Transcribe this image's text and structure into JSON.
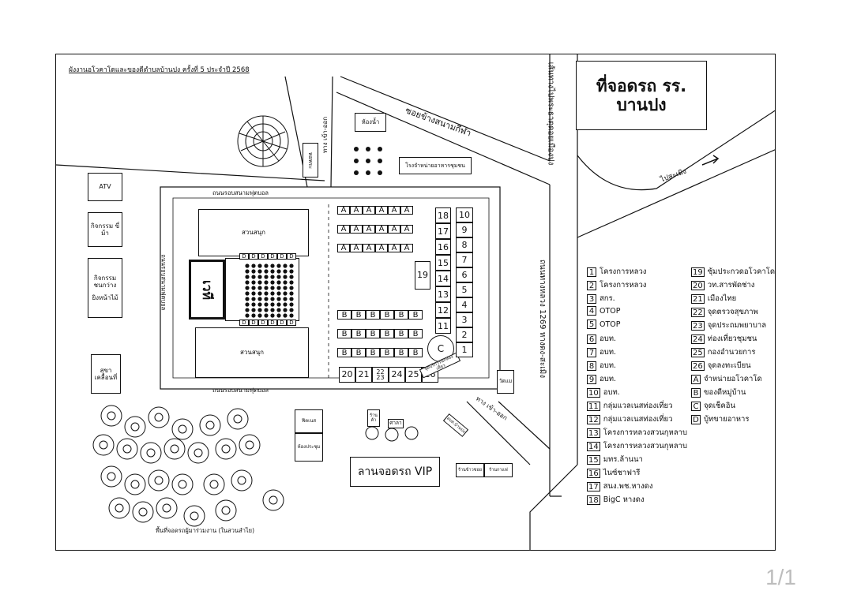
{
  "map": {
    "title": "ผังงานอโวคาโดและของดีตำบลบ้านปง ครั้งที่ 5 ประจำปี 2568",
    "parking_box": "ที่จอดรถ รร. บานปง",
    "roads": {
      "soi_sports": "ซอยข้างสนามกีฬา",
      "to_phrae": "เส้นทางไปพระธาตุดอยเมืองปง",
      "to_kuay": "ไปสะเมิง",
      "highway": "ถนนทางหลวง 1269 หางดง-สะเมิง",
      "lane_in_out_1": "ทาง เข้า-ออก",
      "lane_in_out_2": "ทาง เข้า-ออก",
      "field_road_top": "ถนนรอบสนามฟุตบอล",
      "field_road_bottom": "ถนนรอบสนามฟุตบอล",
      "field_road_left": "ถนนรอบสนามฟุตบอล"
    },
    "places": {
      "atv": "ATV",
      "horse": "กิจกรรม ขี่ม้า",
      "zipline_1": "กิจกรรม ชนกว่าง",
      "zipline_2": "ยิงหน้าไม้",
      "toilet_top": "ห้องน้ำ",
      "toilet_small": "หอพระ",
      "food_court": "โรงจำหน่ายอาหารชุมชน",
      "playground_top": "สวนสนุก",
      "playground_bottom": "สวนสนุก",
      "stage": "เวที",
      "booth_19": "19",
      "shrine": "สุขา เคลื่อนที่",
      "sunshade": "วัดแม",
      "reception": "ฟิตเนส",
      "meeting_room": "ห้องประชุม",
      "sala": "ศาลา",
      "health_1": "ร้านค้า",
      "vip_parking": "ลานจอดรถ VIP",
      "shop_1": "ร้านข้าวซอย",
      "shop_2": "ร้านกาแฟ",
      "police": "อบต.บ้านปง",
      "rest_area": "จุดบริการนักท่องเที่ยว",
      "bottom_note": "พื้นที่จอดรถผู้มาร่วมงาน (ในสวนลำไย)"
    },
    "stall_letters": {
      "a": "A",
      "b": "B",
      "c": "C",
      "d": "D"
    },
    "right_column": [
      "18",
      "17",
      "16",
      "15",
      "14",
      "13",
      "12",
      "11"
    ],
    "far_right_column": [
      "10",
      "9",
      "8",
      "7",
      "6",
      "5",
      "4",
      "3",
      "2",
      "1"
    ],
    "bottom_row": [
      "20",
      "21",
      "22\n23",
      "24",
      "25",
      "26"
    ],
    "legend": [
      {
        "key": "1",
        "label": "โครงการหลวง"
      },
      {
        "key": "2",
        "label": "โครงการหลวง"
      },
      {
        "key": "3",
        "label": "สกร."
      },
      {
        "key": "4",
        "label": "OTOP"
      },
      {
        "key": "5",
        "label": "OTOP"
      },
      {
        "key": "6",
        "label": "อบท."
      },
      {
        "key": "7",
        "label": "อบท."
      },
      {
        "key": "8",
        "label": "อบท."
      },
      {
        "key": "9",
        "label": "อบท."
      },
      {
        "key": "10",
        "label": "อบท."
      },
      {
        "key": "11",
        "label": "กลุ่มแวลเนสท่องเที่ยว"
      },
      {
        "key": "12",
        "label": "กลุ่มแวลเนสท่องเที่ยว"
      },
      {
        "key": "13",
        "label": "โครงการหลวงสวนกุหลาบ"
      },
      {
        "key": "14",
        "label": "โครงการหลวงสวนกุหลาบ"
      },
      {
        "key": "15",
        "label": "มทร.ล้านนา"
      },
      {
        "key": "16",
        "label": "ไนซ์ชาฟารี"
      },
      {
        "key": "17",
        "label": "สนง.พช.หางดง"
      },
      {
        "key": "18",
        "label": "BigC หางดง"
      }
    ],
    "legend2": [
      {
        "key": "19",
        "label": "ซุ้มประกวดอโวคาโด"
      },
      {
        "key": "20",
        "label": "วท.สารพัดช่าง"
      },
      {
        "key": "21",
        "label": "เมืองไทย"
      },
      {
        "key": "22",
        "label": "จุดตรวจสุขภาพ"
      },
      {
        "key": "23",
        "label": "จุดประถมพยาบาล"
      },
      {
        "key": "24",
        "label": "ท่องเที่ยวชุมชน"
      },
      {
        "key": "25",
        "label": "กองอำนวยการ"
      },
      {
        "key": "26",
        "label": "จุดลงทะเบียน"
      },
      {
        "key": "A",
        "label": "จำหน่ายอโวคาโด"
      },
      {
        "key": "B",
        "label": "ของดีหมู่บ้าน"
      },
      {
        "key": "C",
        "label": "จุดเช็คอิน"
      },
      {
        "key": "D",
        "label": "บู้ทขายอาหาร"
      }
    ]
  },
  "pager": "1/1"
}
